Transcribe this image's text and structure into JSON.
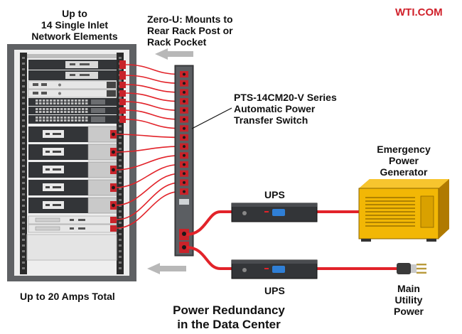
{
  "labels": {
    "network_elements": [
      "Up to",
      "14 Single Inlet",
      "Network Elements"
    ],
    "zero_u": [
      "Zero-U: Mounts to",
      "Rear Rack Post or",
      "Rack Pocket"
    ],
    "brand": "WTI.COM",
    "switch_name": [
      "PTS-14CM20-V Series",
      "Automatic Power",
      "Transfer Switch"
    ],
    "generator": [
      "Emergency",
      "Power",
      "Generator"
    ],
    "ups_top": "UPS",
    "ups_bottom": "UPS",
    "amps_total": "Up to 20 Amps Total",
    "utility": [
      "Main",
      "Utility",
      "Power"
    ],
    "caption": [
      "Power Redundancy",
      "in the Data Center"
    ]
  },
  "colors": {
    "cable": "#e2232a",
    "rack_frame": "#5c5e61",
    "rack_bg": "#ececec",
    "device_dark": "#333538",
    "device_light": "#e6e6e6",
    "generator_body": "#f2b705",
    "arrow": "#b8b8b8",
    "brand": "#d0202a"
  },
  "icons": [
    "left-arrow-icon",
    "power-plug-icon",
    "fan-grille-icon"
  ]
}
